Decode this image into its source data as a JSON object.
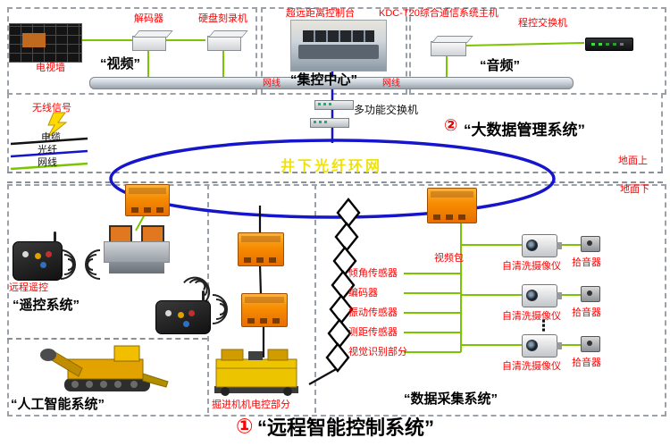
{
  "top": {
    "tv_wall": "电视墙",
    "decoder": "解码器",
    "recorder": "硬盘刻录机",
    "video_title": "“视频”",
    "console": "超远距离控制台",
    "center_title": "“集控中心”",
    "kdc": "KDC-T20综合通信系统主机",
    "pbx": "程控交换机",
    "audio_title": "“音频”",
    "bus_label_left": "网线",
    "bus_label_right": "网线"
  },
  "legend": {
    "wireless": "无线信号",
    "cable": "电缆",
    "fiber": "光纤",
    "network": "网线"
  },
  "middle": {
    "switch_label": "多功能交换机",
    "bigdata_num": "②",
    "bigdata_title": "“大数据管理系统”",
    "ring_label": "井下光纤环网",
    "above_ground": "地面上",
    "below_ground": "地面下"
  },
  "remote": {
    "wireless_label": "远程遥控",
    "title": "“遥控系统”"
  },
  "ai": {
    "title": "“人工智能系统”"
  },
  "machine": {
    "label": "掘进机机电控部分"
  },
  "daq": {
    "title": "“数据采集系统”",
    "video_pack": "视频包",
    "sensors": [
      "倾角传感器",
      "编码器",
      "振动传感器",
      "测距传感器",
      "视觉识别部分"
    ],
    "camera_label": "自清洗摄像仪",
    "pickup_label": "拾音器",
    "ellipsis": "⋮"
  },
  "footer": {
    "num": "①",
    "title": "“远程智能控制系统”"
  },
  "colors": {
    "label_red": "#ff0000",
    "ring_blue": "#1515cb",
    "wire_green": "#7cc400",
    "ring_text_yellow": "#efe20a"
  }
}
